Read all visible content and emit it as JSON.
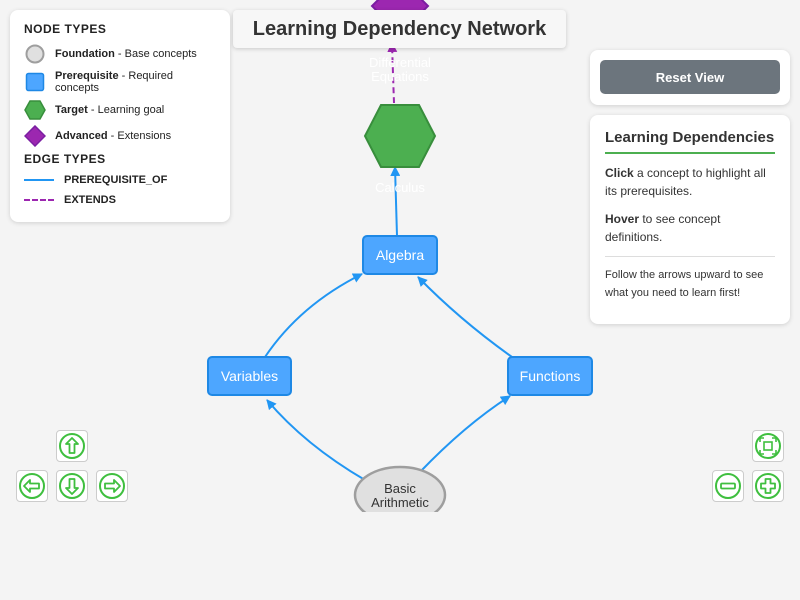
{
  "title": "Learning Dependency Network",
  "legend": {
    "node_heading": "NODE TYPES",
    "node_types": [
      {
        "name": "Foundation",
        "desc": " - Base concepts"
      },
      {
        "name": "Prerequisite",
        "desc": " - Required concepts"
      },
      {
        "name": "Target",
        "desc": " - Learning goal"
      },
      {
        "name": "Advanced",
        "desc": " - Extensions"
      }
    ],
    "edge_heading": "EDGE TYPES",
    "edge_types": [
      "PREREQUISITE_OF",
      "EXTENDS"
    ]
  },
  "reset_label": "Reset View",
  "info": {
    "heading": "Learning Dependencies",
    "click_bold": "Click",
    "click_text": " a concept to highlight all its prerequisites.",
    "hover_bold": "Hover",
    "hover_text": " to see concept definitions.",
    "note": "Follow the arrows upward to see what you need to learn first!"
  },
  "colors": {
    "foundation": "#e0e0e0",
    "prerequisite": "#4da6ff",
    "target": "#4caf50",
    "advanced": "#9c27b0",
    "edge_prereq": "#2196f3",
    "edge_extends": "#9c27b0",
    "nav": "#3fbf3f"
  },
  "nodes": {
    "arithmetic": {
      "line1": "Basic",
      "line2": "Arithmetic"
    },
    "variables": "Variables",
    "functions": "Functions",
    "algebra": "Algebra",
    "calculus": "Calculus",
    "diffeq": {
      "line1": "Differential",
      "line2": "Equations"
    }
  },
  "nav_icons": [
    "arrow-up-icon",
    "arrow-left-icon",
    "arrow-down-icon",
    "arrow-right-icon",
    "fit-view-icon",
    "zoom-out-icon",
    "zoom-in-icon"
  ]
}
